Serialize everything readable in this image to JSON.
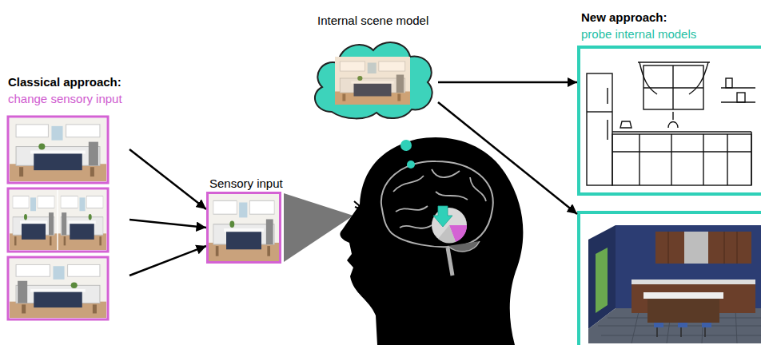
{
  "diagram": {
    "nodes": [
      {
        "text": [
          "Classical approach:",
          "change sensory input"
        ]
      },
      {
        "text": [
          "Sensory input"
        ]
      },
      {
        "text": [
          "Internal scene model"
        ]
      },
      {
        "text": [
          "New approach:",
          "probe internal models"
        ]
      }
    ],
    "edges": [
      {
        "from": 0,
        "to": 1,
        "arrow": "to"
      },
      {
        "from": 0,
        "to": 1,
        "arrow": "to"
      },
      {
        "from": 0,
        "to": 1,
        "arrow": "to"
      },
      {
        "from": 2,
        "to": 3,
        "arrow": "to"
      },
      {
        "from": 2,
        "to": 3,
        "arrow": "to"
      }
    ]
  }
}
